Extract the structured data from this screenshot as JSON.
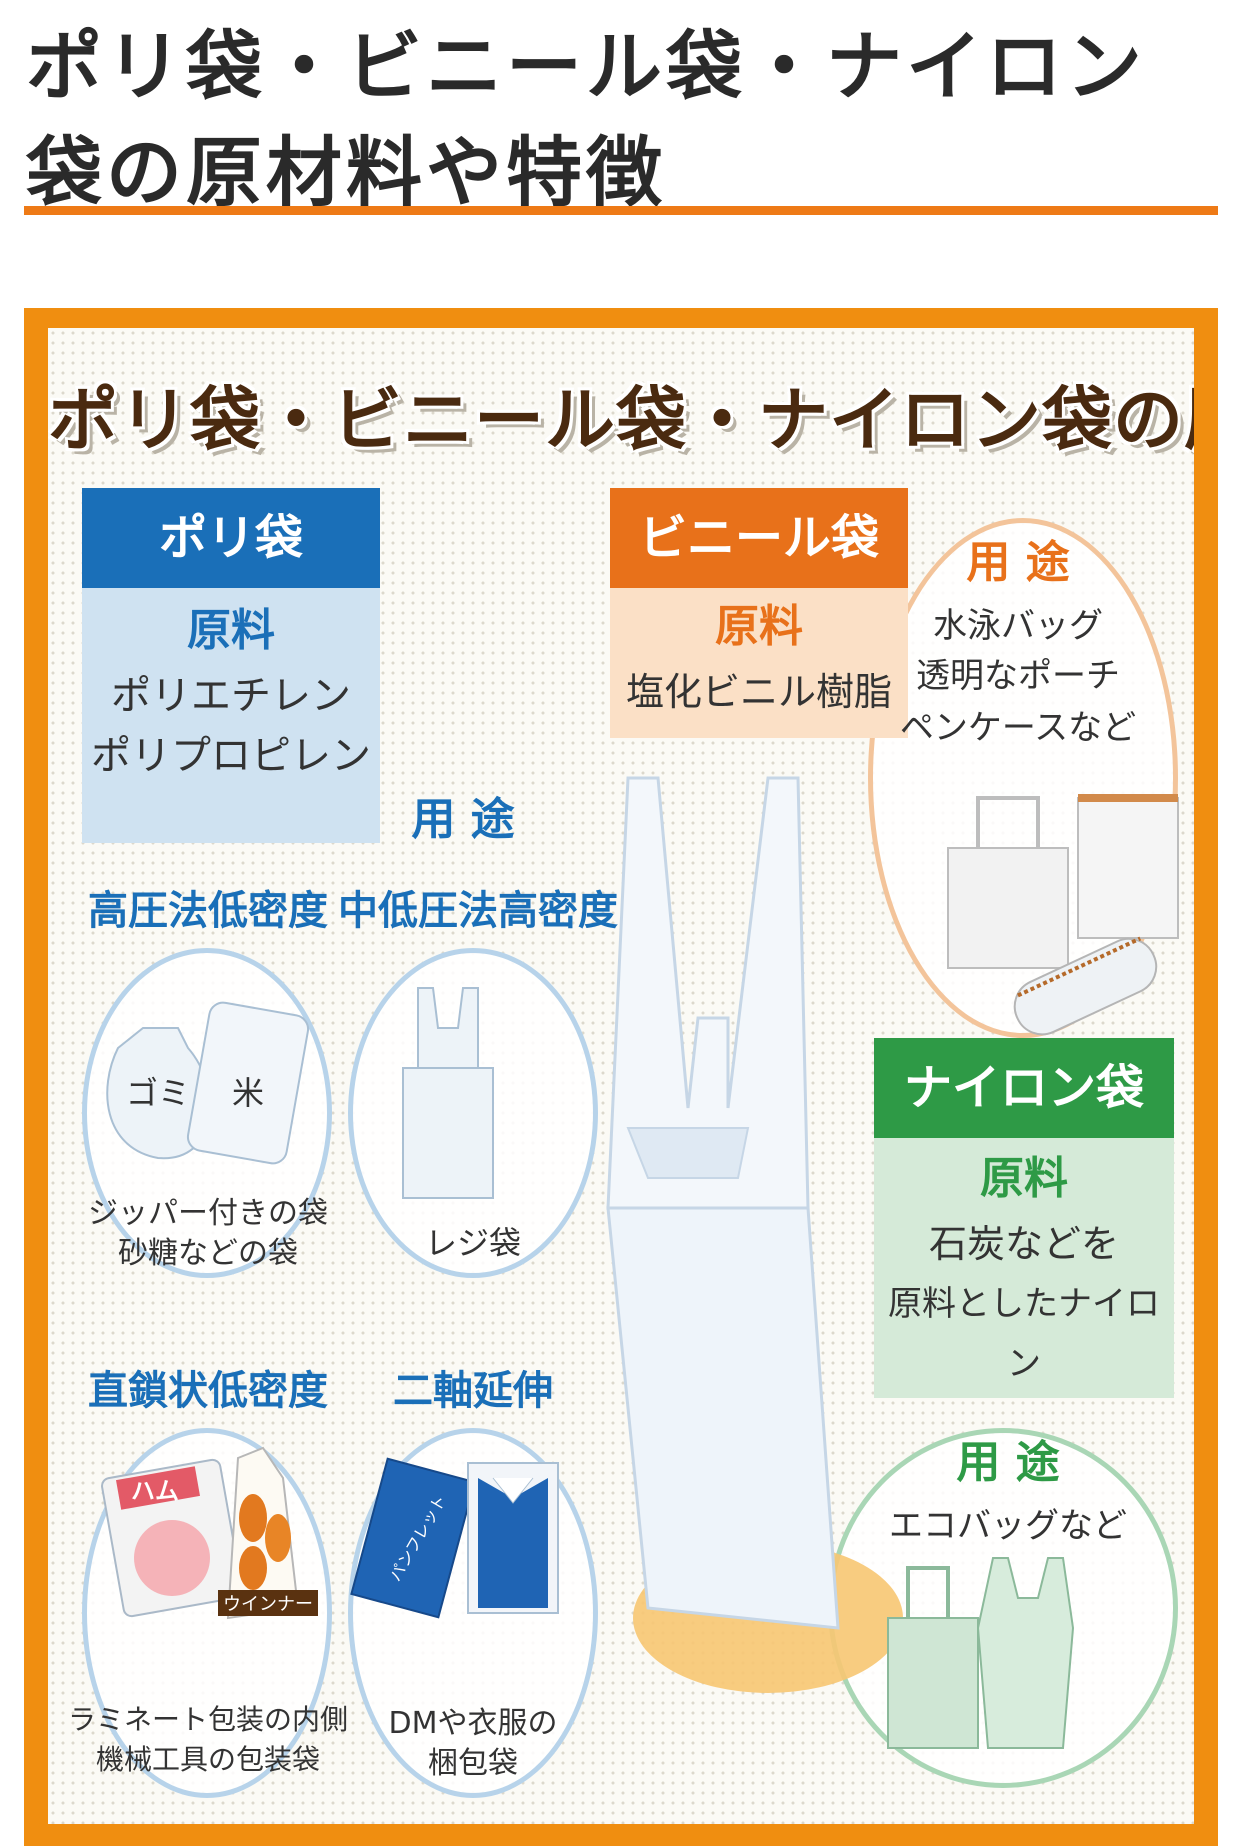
{
  "page": {
    "title_line1": "ポリ袋・ビニール袋・ナイロン",
    "title_line2": "袋の原材料や特徴"
  },
  "diagram": {
    "title": "ポリ袋・ビニール袋・ナイロン袋の原材料や特徴",
    "poly": {
      "name": "ポリ袋",
      "material_label": "原料",
      "material_line1": "ポリエチレン",
      "material_line2": "ポリプロピレン",
      "use_label": "用 途",
      "categories": [
        {
          "heading": "高圧法低密度",
          "tags": [
            "ゴミ",
            "米"
          ],
          "caption_line1": "ジッパー付きの袋",
          "caption_line2": "砂糖などの袋"
        },
        {
          "heading": "中低圧法高密度",
          "tags": [],
          "caption_line1": "レジ袋",
          "caption_line2": ""
        },
        {
          "heading": "直鎖状低密度",
          "tags": [
            "ハム",
            "ウインナー"
          ],
          "caption_line1": "ラミネート包装の内側",
          "caption_line2": "機械工具の包装袋"
        },
        {
          "heading": "二軸延伸",
          "tags": [
            "パンフレット"
          ],
          "caption_line1": "DMや衣服の",
          "caption_line2": "梱包袋"
        }
      ]
    },
    "vinyl": {
      "name": "ビニール袋",
      "material_label": "原料",
      "material": "塩化ビニル樹脂",
      "use_label": "用 途",
      "uses": [
        "水泳バッグ",
        "透明なポーチ",
        "ペンケースなど"
      ]
    },
    "nylon": {
      "name": "ナイロン袋",
      "material_label": "原料",
      "material_line1": "石炭などを",
      "material_line2": "原料としたナイロン",
      "use_label": "用 途",
      "uses": [
        "エコバッグなど"
      ]
    },
    "colors": {
      "frame_orange": "#f08e10",
      "poly_blue": "#1a6fb8",
      "poly_light": "#cfe2f1",
      "vinyl_orange": "#e8711a",
      "vinyl_light": "#fbe0c6",
      "nylon_green": "#2e9a46",
      "nylon_light": "#d5ead8"
    }
  }
}
